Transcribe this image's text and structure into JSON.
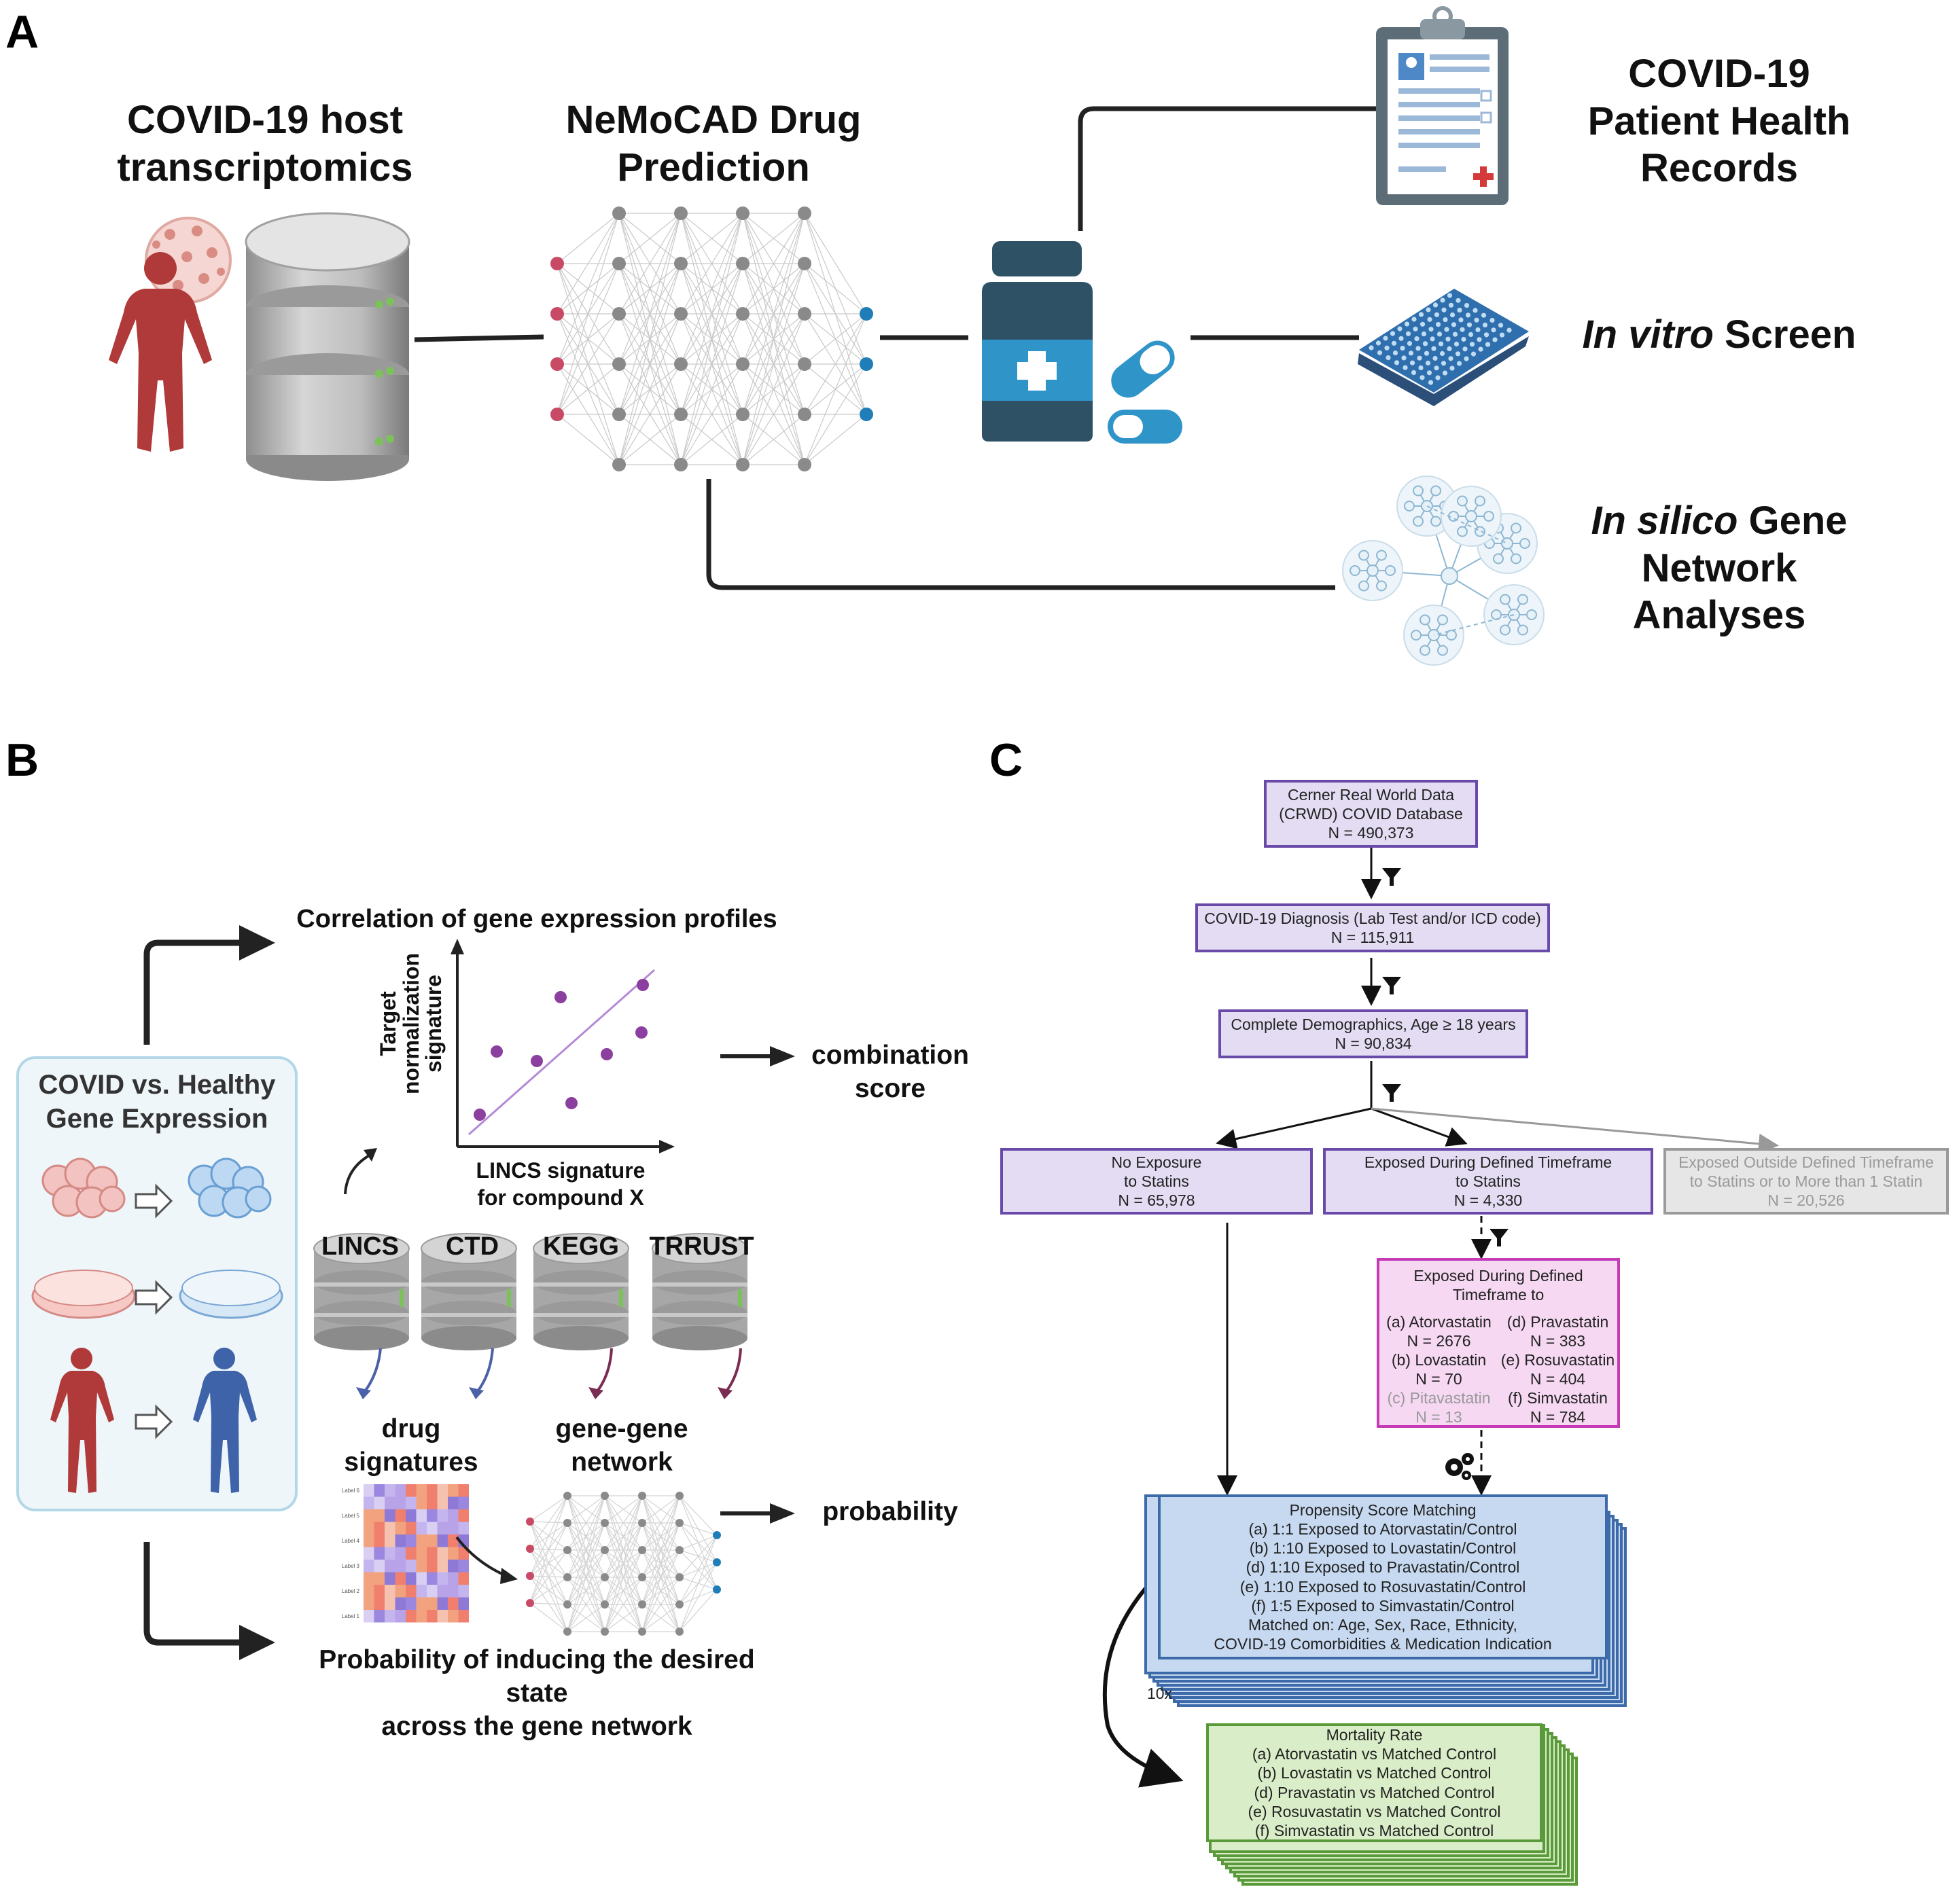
{
  "panels": {
    "a": "A",
    "b": "B",
    "c": "C"
  },
  "panel_a": {
    "host_title": [
      "COVID-19 host",
      "transcriptomics"
    ],
    "nemocad_title": [
      "NeMoCAD Drug",
      "Prediction"
    ],
    "health_records_title": [
      "COVID-19",
      "Patient Health",
      "Records"
    ],
    "in_vitro_italic": "In vitro",
    "in_vitro_rest": " Screen",
    "in_silico_italic": "In silico",
    "in_silico_rest": " Gene",
    "in_silico_lines": [
      "Network",
      "Analyses"
    ]
  },
  "panel_b": {
    "covid_box_title": [
      "COVID vs. Healthy",
      "Gene Expression"
    ],
    "correlation_title": "Correlation of gene expression profiles",
    "y_axis_label": [
      "Target",
      "normalization",
      "signature"
    ],
    "x_axis_label": [
      "LINCS signature",
      "for compound X"
    ],
    "combination_score": [
      "combination",
      "score"
    ],
    "databases": [
      "LINCS",
      "CTD",
      "KEGG",
      "TRRUST"
    ],
    "drug_signatures": [
      "drug",
      "signatures"
    ],
    "gene_network": [
      "gene-gene",
      "network"
    ],
    "probability": "probability",
    "probability_title": [
      "Probability of inducing the desired state",
      "across the gene network"
    ],
    "heatmap_row_labels": [
      "Label 6",
      "Label 5",
      "Label 4",
      "Label 3",
      "Label 2",
      "Label 1"
    ]
  },
  "panel_c": {
    "box1": [
      "Cerner Real World Data",
      "(CRWD) COVID Database",
      "N = 490,373"
    ],
    "box2": [
      "COVID-19 Diagnosis (Lab Test and/or ICD code)",
      "N = 115,911"
    ],
    "box3": [
      "Complete Demographics, Age ≥ 18 years",
      "N = 90,834"
    ],
    "box_no_exposure": [
      "No Exposure",
      "to Statins",
      "N = 65,978"
    ],
    "box_exposed": [
      "Exposed During Defined Timeframe",
      "to Statins",
      "N = 4,330"
    ],
    "box_outside": [
      "Exposed Outside Defined Timeframe",
      "to Statins or to More than 1 Statin",
      "N = 20,526"
    ],
    "pink_title": [
      "Exposed During Defined",
      "Timeframe to"
    ],
    "pink_left": [
      [
        "(a) Atorvastatin",
        "N = 2676"
      ],
      [
        "(b) Lovastatin",
        "N = 70"
      ],
      [
        "(c) Pitavastatin",
        "N =  13"
      ]
    ],
    "pink_right": [
      [
        "(d) Pravastatin",
        "N = 383"
      ],
      [
        "(e) Rosuvastatin",
        "N = 404"
      ],
      [
        "(f) Simvastatin",
        "N = 784"
      ]
    ],
    "psm": [
      "Propensity Score Matching",
      "(a) 1:1 Exposed to Atorvastatin/Control",
      "(b) 1:10 Exposed to Lovastatin/Control",
      "(d) 1:10 Exposed to Pravastatin/Control",
      "(e) 1:10 Exposed to Rosuvastatin/Control",
      "(f) 1:5 Exposed to Simvastatin/Control",
      "Matched on: Age, Sex, Race, Ethnicity,",
      "COVID-19 Comorbidities & Medication Indication"
    ],
    "repeat_label": "10x",
    "mortality": [
      "Mortality Rate",
      "(a) Atorvastatin vs Matched Control",
      "(b) Lovastatin vs Matched Control",
      "(d) Pravastatin vs Matched Control",
      "(e) Rosuvastatin vs Matched Control",
      "(f) Simvastatin vs Matched Control"
    ]
  },
  "colors": {
    "purple_box": "#e3dcf3",
    "purple_border": "#6a4aa8",
    "pink_box": "#f6d8f2",
    "blue_box": "#c6d9f0",
    "green_box": "#d9edc8",
    "drug_blue": "#2f95c9",
    "drug_dark": "#2f5166",
    "body_red": "#b03a3a",
    "body_blue": "#3e63a8"
  }
}
